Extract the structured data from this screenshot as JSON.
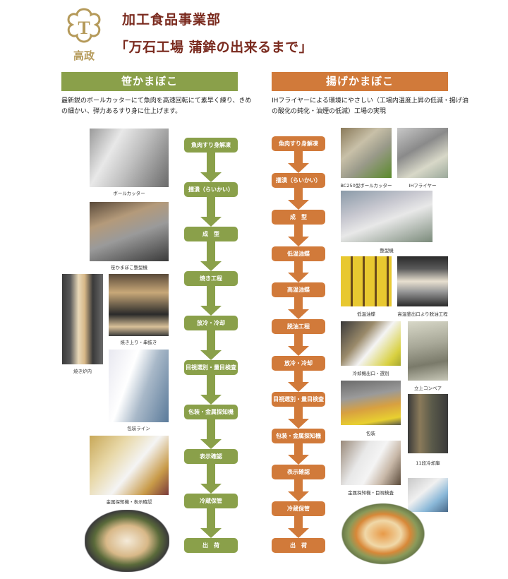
{
  "header": {
    "logo": {
      "emblem_letter": "T",
      "name": "高政",
      "color": "#b59a5a"
    },
    "department": "加工食品事業部",
    "subtitle": "「万石工場 蒲鉾の出来るまで」",
    "title_color": "#7a2a1e"
  },
  "left": {
    "title": "笹かまぼこ",
    "color": "#8aa04a",
    "description": "最新鋭のボールカッターにて魚肉を高速回転にて素早く練り、きめの細かい、弾力あるすり身に仕上げます。",
    "steps": [
      "魚肉すり身解凍",
      "擂潰（らいかい）",
      "成　型",
      "焼き工程",
      "放冷・冷却",
      "目視選別・量目検査",
      "包装・金属探知機",
      "表示確認",
      "冷蔵保管",
      "出　荷"
    ],
    "photos": [
      {
        "caption": "ボールカッター"
      },
      {
        "caption": "笹かまぼこ整型機"
      },
      {
        "caption": "焼き炉内"
      },
      {
        "caption": "焼き上り・串抜き"
      },
      {
        "caption": "包装ライン"
      },
      {
        "caption": "金属探知機・表示確認"
      },
      {
        "caption": ""
      }
    ]
  },
  "right": {
    "title": "揚げかまぼこ",
    "color": "#d17a3a",
    "description": "IHフライヤーによる環境にやさしい（工場内温度上昇の低減・揚げ油の酸化の鈍化・油煙の低減）工場の実現",
    "steps": [
      "魚肉すり身解凍",
      "擂潰（らいかい）",
      "成　型",
      "低温油蝶",
      "高温油蝶",
      "脱油工程",
      "放冷・冷却",
      "目視選別・量目検査",
      "包装・金属探知機",
      "表示確認",
      "冷蔵保管",
      "出　荷"
    ],
    "photos": [
      {
        "caption": "BC250型ボールカッター"
      },
      {
        "caption": "IHフライヤー"
      },
      {
        "caption": "整型機"
      },
      {
        "caption": "低温油蝶"
      },
      {
        "caption": "高温釜出口より脱油工程"
      },
      {
        "caption": "冷却機出口・選別"
      },
      {
        "caption": "立上コンベア"
      },
      {
        "caption": "包装"
      },
      {
        "caption": "11段冷却庫"
      },
      {
        "caption": "金属探知機・目視検査"
      },
      {
        "caption": ""
      },
      {
        "caption": ""
      }
    ]
  }
}
